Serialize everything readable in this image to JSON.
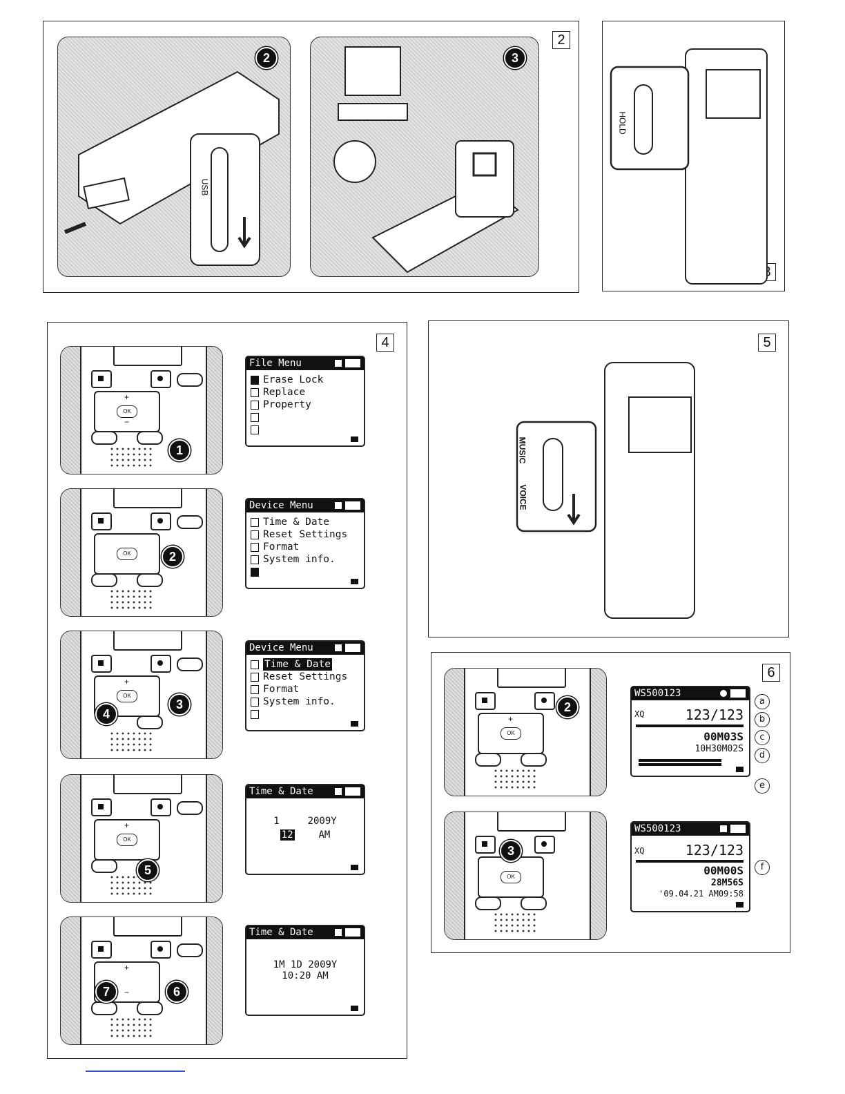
{
  "panel_numbers": {
    "p2": "2",
    "p3": "3",
    "p4": "4",
    "p5": "5",
    "p6": "6"
  },
  "step_numbers": {
    "s1": "1",
    "s2": "2",
    "s3": "3",
    "s4": "4",
    "s5": "5",
    "s6": "6",
    "s7": "7"
  },
  "panel2": {
    "usb_label": "USB",
    "step_a": "2",
    "step_b": "3"
  },
  "panel3": {
    "hold_label": "HOLD"
  },
  "panel5": {
    "music_label": "MUSIC",
    "voice_label": "VOICE"
  },
  "screens": {
    "file_menu": {
      "title": "File Menu",
      "items": [
        "Erase Lock",
        "Replace",
        "Property"
      ]
    },
    "device_menu": {
      "title": "Device Menu",
      "items": [
        "Time & Date",
        "Reset Settings",
        "Format",
        "System info."
      ]
    },
    "time_date_edit": {
      "title": "Time & Date",
      "left": "1",
      "month": "12",
      "year": "2009Y",
      "ampm": "AM"
    },
    "time_date_final": {
      "title": "Time & Date",
      "line1": "1M 1D  2009Y",
      "line2": "10:20 AM"
    },
    "rec": {
      "title": "WS500123",
      "mode": "XQ",
      "count": "123/123",
      "elapsed": "00M03S",
      "remain": "10H30M02S"
    },
    "stop": {
      "title": "WS500123",
      "mode": "XQ",
      "count": "123/123",
      "elapsed": "00M00S",
      "length": "28M56S",
      "stamp": "'09.04.21 AM09:58"
    }
  },
  "callouts": [
    "a",
    "b",
    "c",
    "d",
    "e",
    "f"
  ],
  "device": {
    "ok_label": "OK",
    "plus": "+",
    "minus": "−"
  }
}
